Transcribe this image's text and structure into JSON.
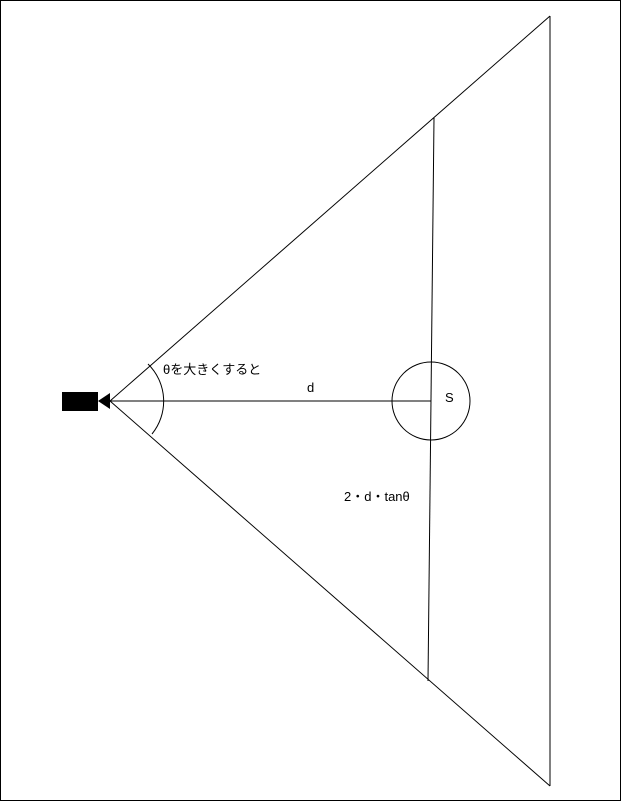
{
  "diagram": {
    "labels": {
      "angle_note": "θを大きくすると",
      "distance": "d",
      "sphere": "S",
      "width_formula": "2・d・tanθ"
    },
    "colors": {
      "stroke": "#000000",
      "background": "#ffffff",
      "camera": "#000000"
    }
  }
}
